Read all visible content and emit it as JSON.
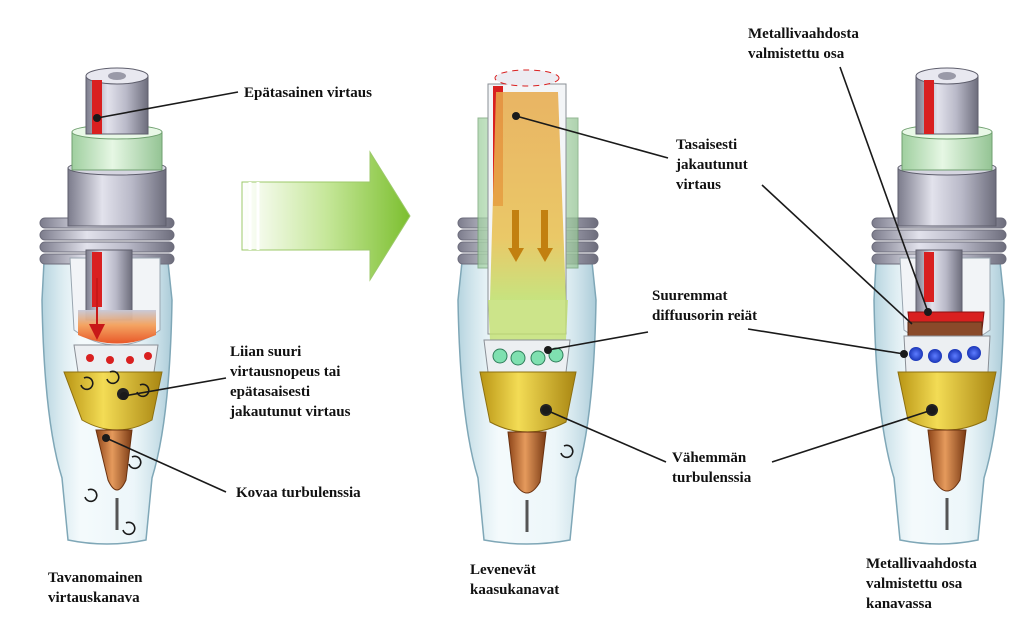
{
  "captions": {
    "left": "Tavanomainen\nvirtauskanava",
    "middle": "Levenevät\nkaasukanavat",
    "right": "Metallivaahdosta\nvalmistettu osa\nkanavassa"
  },
  "labels": {
    "uneven_flow": "Epätasainen virtaus",
    "excess_velocity": "Liian suuri\nvirtausnopeus tai\nepätasaisesti\njakautunut virtaus",
    "strong_turbulence": "Kovaa turbulenssia",
    "even_flow": "Tasaisesti\njakautunut\nvirtaus",
    "larger_holes": "Suuremmat\ndiffuusorin reiät",
    "less_turbulence": "Vähemmän\nturbulenssia",
    "metal_foam_part": "Metallivaahdosta\nvalmistettu osa"
  },
  "colors": {
    "flow_red": "#d92020",
    "flow_orange": "#f07a20",
    "flow_amber": "#e0a030",
    "foam_blue": "#2a4de0",
    "nozzle_glass": "#cfe6ef",
    "insulator_green": "#bfe6c0",
    "diffuser_yellow": "#e4c52a",
    "tip_copper": "#c8703a",
    "arrow_green": "#8cc63f"
  }
}
